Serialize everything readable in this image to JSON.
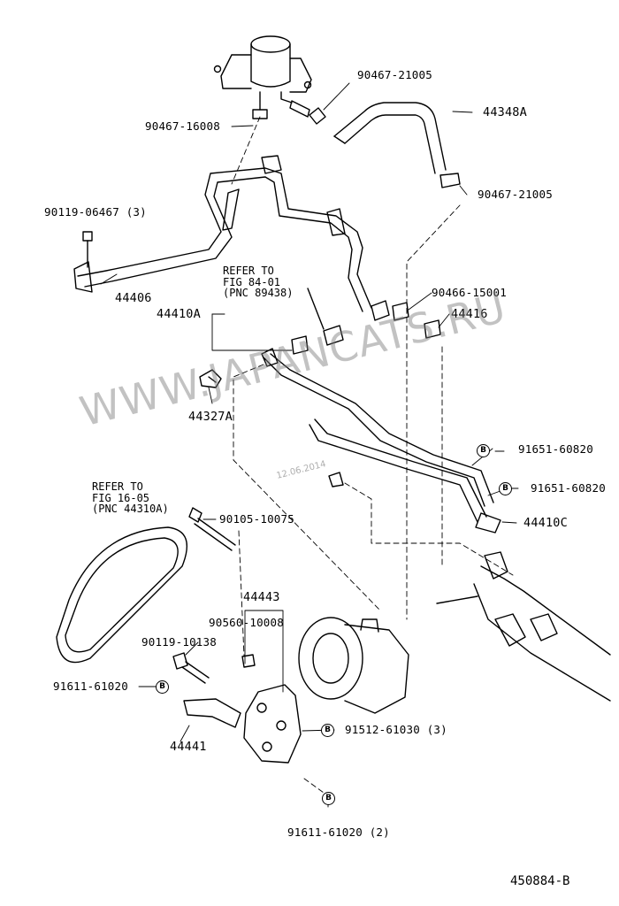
{
  "labels": {
    "p_90467_21005_top": "90467-21005",
    "p_44348A": "44348A",
    "p_90467_16008": "90467-16008",
    "p_90467_21005_bot": "90467-21005",
    "p_90119_06467": "90119-06467 (3)",
    "p_44406": "44406",
    "p_44410A": "44410A",
    "p_90466_15001": "90466-15001",
    "p_44416": "44416",
    "p_44327A": "44327A",
    "p_91651_60820_a": "91651-60820",
    "p_91651_60820_b": "91651-60820",
    "p_44410C": "44410C",
    "p_90105_10075": "90105-10075",
    "p_44443": "44443",
    "p_90560_10008": "90560-10008",
    "p_90119_10138": "90119-10138",
    "p_91611_61020_left": "91611-61020",
    "p_44441": "44441",
    "p_91512_61030": "91512-61030 (3)",
    "p_91611_61020_bot": "91611-61020 (2)"
  },
  "references": {
    "fig84": {
      "line1": "REFER TO",
      "line2": "FIG 84-01",
      "line3": "(PNC 89438)"
    },
    "fig16": {
      "line1": "REFER TO",
      "line2": "FIG 16-05",
      "line3": "(PNC 44310A)"
    }
  },
  "badge_letter": "B",
  "watermark": "WWW.JAPANCATS.RU",
  "date_stamp": "12.06.2014",
  "drawing_number": "450884-B"
}
